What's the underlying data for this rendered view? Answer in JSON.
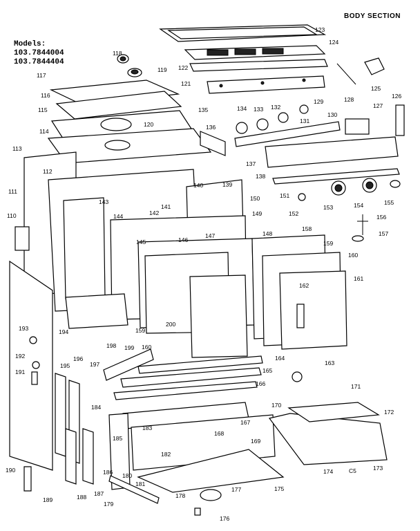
{
  "title": "BODY SECTION",
  "models": {
    "header": "Models:",
    "items": [
      "103.7844004",
      "103.7844404"
    ]
  },
  "bottom_code": "C5",
  "labels": {
    "p110": "110",
    "p111": "111",
    "p112": "112",
    "p113": "113",
    "p114": "114",
    "p115": "115",
    "p116": "116",
    "p117": "117",
    "p118": "118",
    "p119": "119",
    "p120": "120",
    "p121": "121",
    "p122": "122",
    "p123": "123",
    "p124": "124",
    "p125": "125",
    "p126": "126",
    "p127": "127",
    "p128": "128",
    "p129": "129",
    "p130": "130",
    "p131": "131",
    "p132": "132",
    "p133": "133",
    "p134": "134",
    "p135": "135",
    "p136": "136",
    "p137": "137",
    "p138": "138",
    "p139": "139",
    "p140": "140",
    "p141": "141",
    "p142": "142",
    "p143": "143",
    "p144": "144",
    "p145": "145",
    "p146": "146",
    "p147": "147",
    "p148": "148",
    "p149": "149",
    "p150": "150",
    "p151": "151",
    "p152": "152",
    "p153": "153",
    "p154": "154",
    "p155": "155",
    "p156": "156",
    "p157": "157",
    "p158": "158",
    "p159": "159",
    "p159b": "159",
    "p160": "160",
    "p160b": "160",
    "p161": "161",
    "p162": "162",
    "p163": "163",
    "p164": "164",
    "p165": "165",
    "p166": "166",
    "p167": "167",
    "p168": "168",
    "p169": "169",
    "p170": "170",
    "p171": "171",
    "p172": "172",
    "p173": "173",
    "p174": "174",
    "p175": "175",
    "p176": "176",
    "p177": "177",
    "p178": "178",
    "p179": "179",
    "p180": "180",
    "p181": "181",
    "p182": "182",
    "p183": "183",
    "p184": "184",
    "p185": "185",
    "p186": "186",
    "p187": "187",
    "p188": "188",
    "p189": "189",
    "p190": "190",
    "p191": "191",
    "p192": "192",
    "p193": "193",
    "p194": "194",
    "p195": "195",
    "p196": "196",
    "p197": "197",
    "p198": "198",
    "p199": "199",
    "p200": "200"
  }
}
